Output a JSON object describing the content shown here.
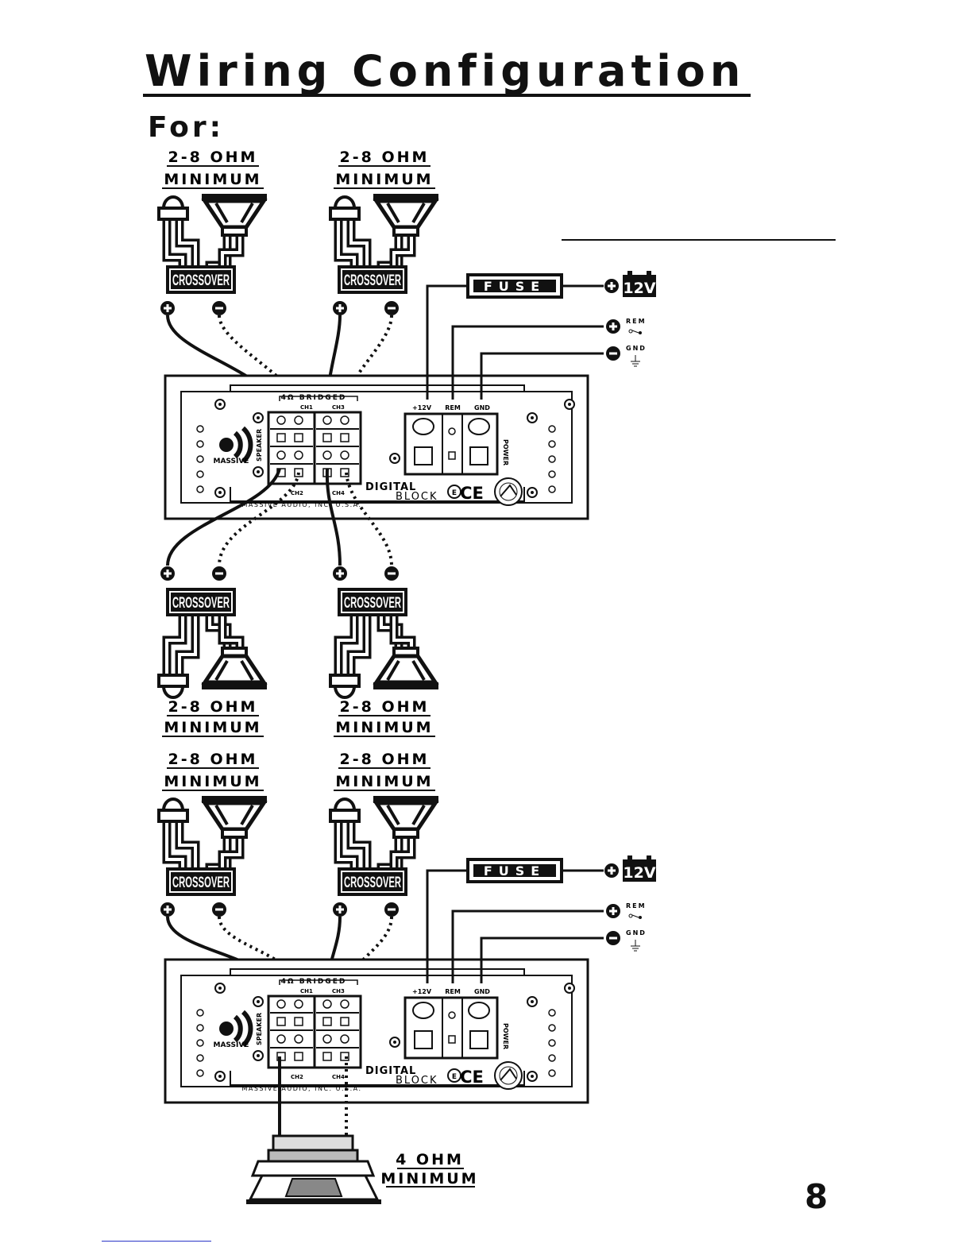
{
  "page": {
    "title": "Wiring Configuration",
    "for_label": "For:",
    "page_number": "8"
  },
  "labels": {
    "ohm_2_8": "2-8 OHM",
    "minimum": "MINIMUM",
    "ohm_4": "4 OHM",
    "crossover": "CROSSOVER",
    "fuse": "FUSE",
    "v12": "12V",
    "rem": "REM",
    "gnd": "GND"
  },
  "amplifier": {
    "term_12v": "+12V",
    "term_rem": "REM",
    "term_gnd": "GND",
    "bridged": "4Ω BRIDGED",
    "speaker": "SPEAKER",
    "power": "POWER",
    "brand": "MASSIVE",
    "digital": "DIGITAL",
    "block": "BLOCK",
    "maker": "MASSIVE AUDIO, INC. U.S.A.",
    "ch1": "CH1",
    "ch2": "CH2",
    "ch3": "CH3",
    "ch4": "CH4",
    "ce": "CE",
    "e": "E"
  }
}
